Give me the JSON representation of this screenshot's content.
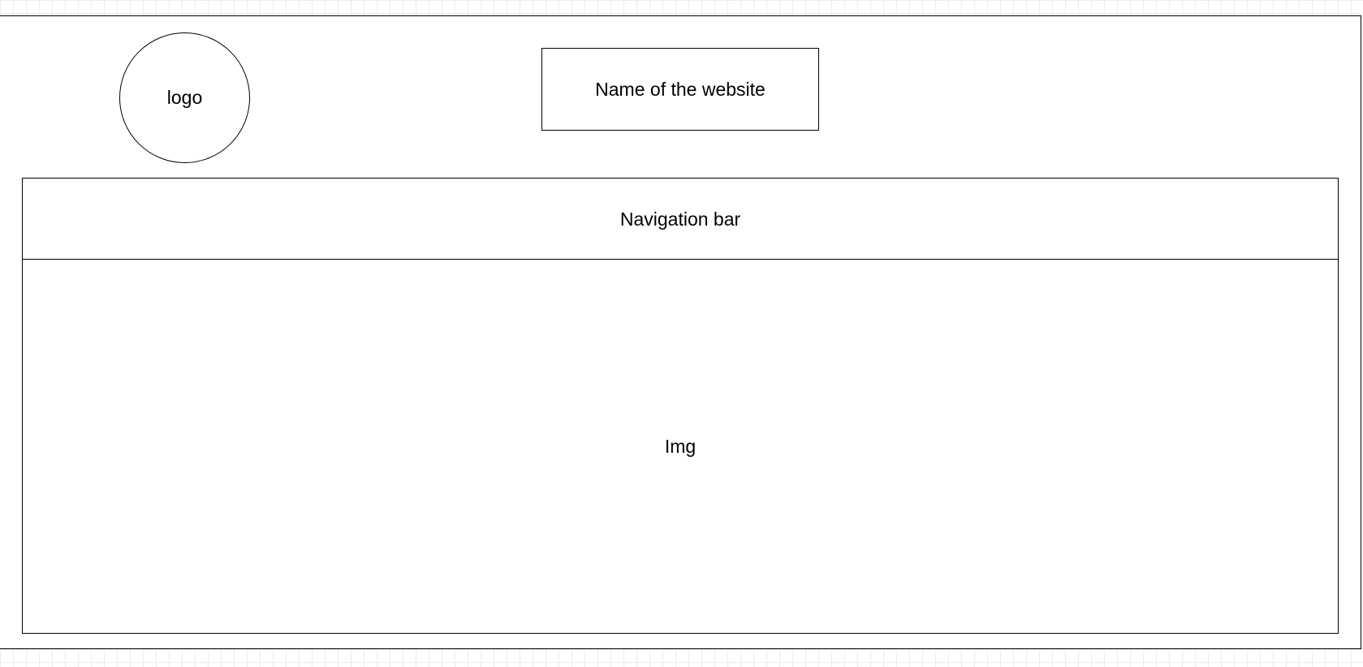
{
  "wireframe": {
    "logo": {
      "label": "logo"
    },
    "site_name": {
      "label": "Name of the website"
    },
    "navigation": {
      "label": "Navigation bar"
    },
    "image_area": {
      "label": "Img"
    }
  },
  "colors": {
    "stroke": "#000000",
    "fill": "#ffffff",
    "grid": "#ececec"
  }
}
